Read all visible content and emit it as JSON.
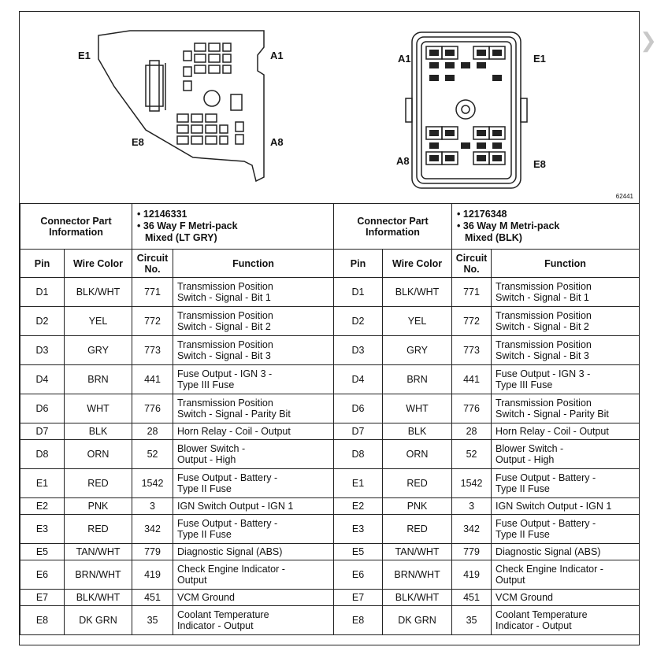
{
  "figure": {
    "left_labels": {
      "e1": "E1",
      "a1": "A1",
      "e8": "E8",
      "a8": "A8"
    },
    "right_labels": {
      "a1": "A1",
      "e1": "E1",
      "a8": "A8",
      "e8": "E8"
    },
    "fig_number": "62441"
  },
  "connectors": [
    {
      "info_label": "Connector Part Information",
      "part_number": "• 12146331",
      "description_line1": "• 36 Way F Metri-pack",
      "description_line2": "Mixed (LT GRY)"
    },
    {
      "info_label": "Connector Part Information",
      "part_number": "• 12176348",
      "description_line1": "• 36 Way M Metri-pack",
      "description_line2": "Mixed (BLK)"
    }
  ],
  "headers": {
    "pin": "Pin",
    "wire_color": "Wire Color",
    "circuit_no": "Circuit No.",
    "function": "Function"
  },
  "rows": [
    {
      "pin": "D1",
      "wire": "BLK/WHT",
      "circuit": "771",
      "fn1": "Transmission Position",
      "fn2": "Switch - Signal - Bit 1"
    },
    {
      "pin": "D2",
      "wire": "YEL",
      "circuit": "772",
      "fn1": "Transmission Position",
      "fn2": "Switch - Signal - Bit 2"
    },
    {
      "pin": "D3",
      "wire": "GRY",
      "circuit": "773",
      "fn1": "Transmission Position",
      "fn2": "Switch - Signal - Bit 3"
    },
    {
      "pin": "D4",
      "wire": "BRN",
      "circuit": "441",
      "fn1": "Fuse Output - IGN 3 -",
      "fn2": "Type III Fuse"
    },
    {
      "pin": "D6",
      "wire": "WHT",
      "circuit": "776",
      "fn1": "Transmission Position",
      "fn2": "Switch - Signal - Parity Bit"
    },
    {
      "pin": "D7",
      "wire": "BLK",
      "circuit": "28",
      "fn1": "Horn Relay - Coil - Output",
      "fn2": ""
    },
    {
      "pin": "D8",
      "wire": "ORN",
      "circuit": "52",
      "fn1": "Blower Switch -",
      "fn2": "Output - High"
    },
    {
      "pin": "E1",
      "wire": "RED",
      "circuit": "1542",
      "fn1": "Fuse Output - Battery -",
      "fn2": "Type II Fuse"
    },
    {
      "pin": "E2",
      "wire": "PNK",
      "circuit": "3",
      "fn1": "IGN Switch Output - IGN 1",
      "fn2": ""
    },
    {
      "pin": "E3",
      "wire": "RED",
      "circuit": "342",
      "fn1": "Fuse Output - Battery -",
      "fn2": "Type II Fuse"
    },
    {
      "pin": "E5",
      "wire": "TAN/WHT",
      "circuit": "779",
      "fn1": "Diagnostic Signal (ABS)",
      "fn2": ""
    },
    {
      "pin": "E6",
      "wire": "BRN/WHT",
      "circuit": "419",
      "fn1": "Check Engine Indicator -",
      "fn2": "Output"
    },
    {
      "pin": "E7",
      "wire": "BLK/WHT",
      "circuit": "451",
      "fn1": "VCM Ground",
      "fn2": ""
    },
    {
      "pin": "E8",
      "wire": "DK GRN",
      "circuit": "35",
      "fn1": "Coolant Temperature",
      "fn2": "Indicator - Output"
    }
  ]
}
